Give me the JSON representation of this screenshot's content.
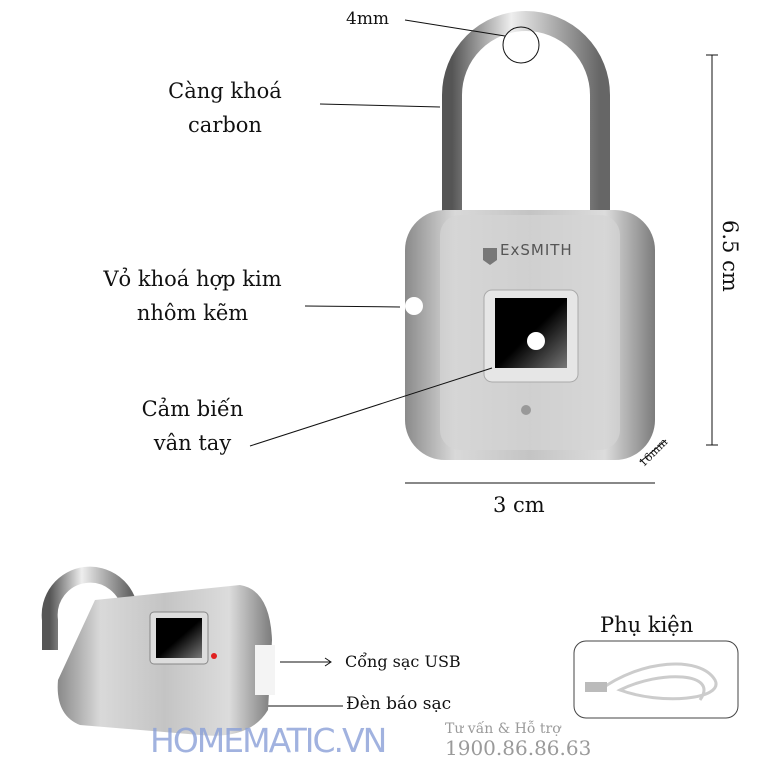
{
  "dimensions": {
    "shackle_thickness": "4mm",
    "height": "6.5 cm",
    "width": "3 cm",
    "depth": "16mm"
  },
  "labels": {
    "shackle": [
      "Càng khoá",
      "carbon"
    ],
    "body": [
      "Vỏ khoá hợp kim",
      "nhôm kẽm"
    ],
    "sensor": [
      "Cảm biến",
      "vân tay"
    ],
    "usb_port": "Cổng sạc USB",
    "charge_led": "Đèn báo sạc",
    "accessories": "Phụ kiện"
  },
  "brand": "ExSMITH",
  "watermark": {
    "name": "HOMEMATIC.VN",
    "support": "Tư vấn & Hỗ trợ",
    "hotline": "1900.86.86.63"
  },
  "colors": {
    "watermark": "#8aa0d8",
    "led": "#e02020"
  }
}
